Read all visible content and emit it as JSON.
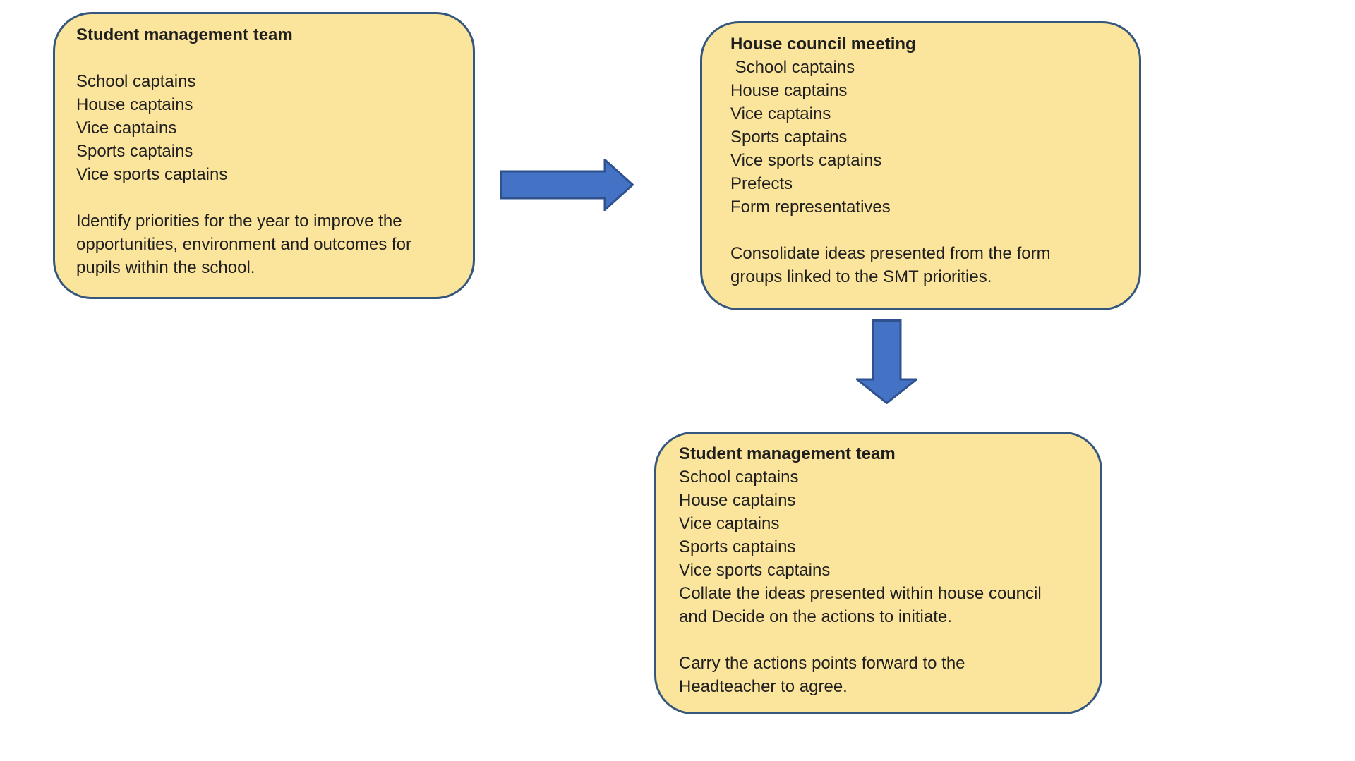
{
  "colors": {
    "box_fill": "#FBE49B",
    "box_border": "#35577E",
    "arrow_fill": "#4472C4",
    "arrow_border": "#2F528F",
    "text": "#1f1f1f",
    "background": "#ffffff"
  },
  "boxes": [
    {
      "title": "Student management team",
      "members": [
        "School captains",
        "House captains",
        "Vice captains",
        "Sports captains",
        "Vice sports captains"
      ],
      "description": "Identify priorities for the year to improve the\nopportunities, environment and outcomes for\npupils within the school."
    },
    {
      "title": "House council meeting",
      "members": [
        " School captains",
        "House captains",
        "Vice captains",
        "Sports captains",
        "Vice sports captains",
        "Prefects",
        "Form representatives"
      ],
      "description": "Consolidate ideas presented from the form\ngroups linked to the SMT priorities."
    },
    {
      "title": "Student management team",
      "members": [
        "School captains",
        "House captains",
        "Vice captains",
        "Sports captains",
        "Vice sports captains"
      ],
      "description": "Collate the ideas presented within house council\nand Decide on the actions to initiate.",
      "description2": "Carry the actions points forward to the\nHeadteacher to agree."
    }
  ],
  "arrows": [
    {
      "direction": "right"
    },
    {
      "direction": "down"
    }
  ]
}
